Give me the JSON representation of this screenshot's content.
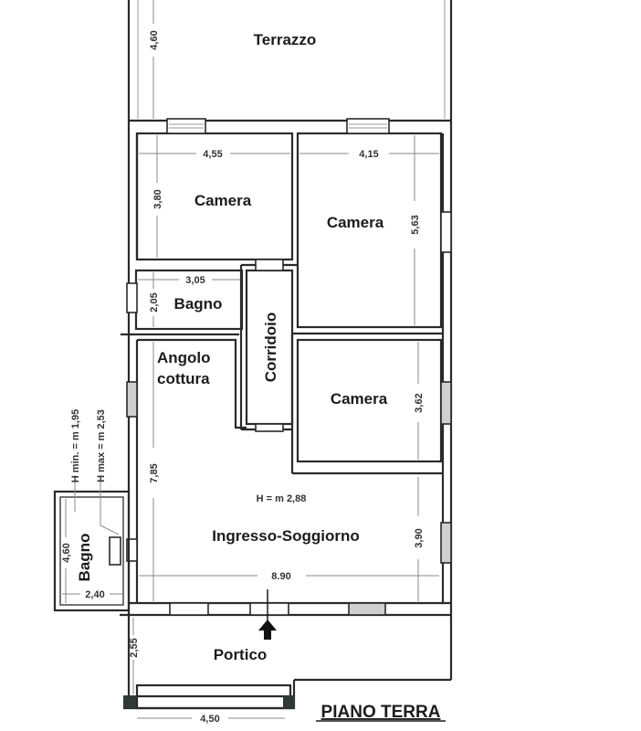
{
  "plan": {
    "title": "PIANO TERRA",
    "ceiling_height_note": "H = m 2,88",
    "rooms": [
      {
        "id": "terrazzo",
        "label": "Terrazzo",
        "dims": [
          "4,60"
        ]
      },
      {
        "id": "camera-1",
        "label": "Camera",
        "dims": [
          "4,55",
          "3,80"
        ]
      },
      {
        "id": "camera-2",
        "label": "Camera",
        "dims": [
          "4,15",
          "5,63"
        ]
      },
      {
        "id": "bagno-1",
        "label": "Bagno",
        "dims": [
          "3,05",
          "2,05"
        ]
      },
      {
        "id": "corridoio",
        "label": "Corridoio"
      },
      {
        "id": "angolo-cottura",
        "label_line1": "Angolo",
        "label_line2": "cottura"
      },
      {
        "id": "camera-3",
        "label": "Camera",
        "dims": [
          "3,62"
        ]
      },
      {
        "id": "ingresso-soggiorno",
        "label": "Ingresso-Soggiorno",
        "dims": [
          "8.90",
          "3,90",
          "7,85"
        ]
      },
      {
        "id": "bagno-2",
        "label": "Bagno",
        "dims": [
          "4,60",
          "2,40"
        ],
        "notes": [
          "H min. = m 1,95",
          "H max = m 2,53"
        ]
      },
      {
        "id": "portico",
        "label": "Portico",
        "dims": [
          "2,55",
          "4,50"
        ]
      }
    ],
    "icons": [
      "entrance-arrow-icon"
    ],
    "colors": {
      "wall": "#2a2a2a",
      "dimension": "#8a8a8a",
      "pillar": "#2f3a36",
      "window_shade": "#cfcfcf"
    }
  }
}
